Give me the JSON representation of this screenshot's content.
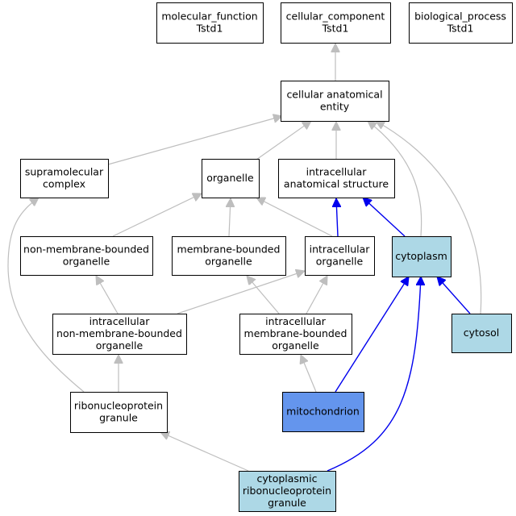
{
  "colors": {
    "default_fill": "#ffffff",
    "highlight_fill": "#add8e6",
    "focus_fill": "#6495ed",
    "gray_edge": "#bebebe",
    "blue_edge": "#0000ee"
  },
  "nodes": [
    {
      "id": "molecular_function",
      "lines": [
        "molecular_function",
        "Tstd1"
      ],
      "fill": "default"
    },
    {
      "id": "cellular_component",
      "lines": [
        "cellular_component",
        "Tstd1"
      ],
      "fill": "default"
    },
    {
      "id": "biological_process",
      "lines": [
        "biological_process",
        "Tstd1"
      ],
      "fill": "default"
    },
    {
      "id": "cellular_anatomical_entity",
      "lines": [
        "cellular anatomical",
        "entity"
      ],
      "fill": "default"
    },
    {
      "id": "supramolecular_complex",
      "lines": [
        "supramolecular",
        "complex"
      ],
      "fill": "default"
    },
    {
      "id": "organelle",
      "lines": [
        "organelle"
      ],
      "fill": "default"
    },
    {
      "id": "intracellular_anatomical_structure",
      "lines": [
        "intracellular",
        "anatomical structure"
      ],
      "fill": "default"
    },
    {
      "id": "non_membrane_bounded_organelle",
      "lines": [
        "non-membrane-bounded",
        "organelle"
      ],
      "fill": "default"
    },
    {
      "id": "membrane_bounded_organelle",
      "lines": [
        "membrane-bounded",
        "organelle"
      ],
      "fill": "default"
    },
    {
      "id": "intracellular_organelle",
      "lines": [
        "intracellular",
        "organelle"
      ],
      "fill": "default"
    },
    {
      "id": "cytoplasm",
      "lines": [
        "cytoplasm"
      ],
      "fill": "highlight"
    },
    {
      "id": "cytosol",
      "lines": [
        "cytosol"
      ],
      "fill": "highlight"
    },
    {
      "id": "intracellular_non_membrane_bounded_organelle",
      "lines": [
        "intracellular",
        "non-membrane-bounded",
        "organelle"
      ],
      "fill": "default"
    },
    {
      "id": "intracellular_membrane_bounded_organelle",
      "lines": [
        "intracellular",
        "membrane-bounded",
        "organelle"
      ],
      "fill": "default"
    },
    {
      "id": "ribonucleoprotein_granule",
      "lines": [
        "ribonucleoprotein",
        "granule"
      ],
      "fill": "default"
    },
    {
      "id": "mitochondrion",
      "lines": [
        "mitochondrion"
      ],
      "fill": "focus"
    },
    {
      "id": "cytoplasmic_ribonucleoprotein_granule",
      "lines": [
        "cytoplasmic",
        "ribonucleoprotein",
        "granule"
      ],
      "fill": "highlight"
    }
  ],
  "edges": [
    {
      "from": "cellular_anatomical_entity",
      "to": "cellular_component",
      "color": "gray"
    },
    {
      "from": "supramolecular_complex",
      "to": "cellular_anatomical_entity",
      "color": "gray"
    },
    {
      "from": "organelle",
      "to": "cellular_anatomical_entity",
      "color": "gray"
    },
    {
      "from": "intracellular_anatomical_structure",
      "to": "cellular_anatomical_entity",
      "color": "gray"
    },
    {
      "from": "cytoplasm",
      "to": "cellular_anatomical_entity",
      "color": "gray"
    },
    {
      "from": "cytosol",
      "to": "cellular_anatomical_entity",
      "color": "gray"
    },
    {
      "from": "non_membrane_bounded_organelle",
      "to": "organelle",
      "color": "gray"
    },
    {
      "from": "membrane_bounded_organelle",
      "to": "organelle",
      "color": "gray"
    },
    {
      "from": "intracellular_organelle",
      "to": "organelle",
      "color": "gray"
    },
    {
      "from": "intracellular_organelle",
      "to": "intracellular_anatomical_structure",
      "color": "blue"
    },
    {
      "from": "cytoplasm",
      "to": "intracellular_anatomical_structure",
      "color": "blue"
    },
    {
      "from": "cytosol",
      "to": "cytoplasm",
      "color": "blue"
    },
    {
      "from": "intracellular_non_membrane_bounded_organelle",
      "to": "non_membrane_bounded_organelle",
      "color": "gray"
    },
    {
      "from": "intracellular_non_membrane_bounded_organelle",
      "to": "intracellular_organelle",
      "color": "gray"
    },
    {
      "from": "intracellular_membrane_bounded_organelle",
      "to": "membrane_bounded_organelle",
      "color": "gray"
    },
    {
      "from": "intracellular_membrane_bounded_organelle",
      "to": "intracellular_organelle",
      "color": "gray"
    },
    {
      "from": "ribonucleoprotein_granule",
      "to": "intracellular_non_membrane_bounded_organelle",
      "color": "gray"
    },
    {
      "from": "ribonucleoprotein_granule",
      "to": "supramolecular_complex",
      "color": "gray"
    },
    {
      "from": "mitochondrion",
      "to": "intracellular_membrane_bounded_organelle",
      "color": "gray"
    },
    {
      "from": "mitochondrion",
      "to": "cytoplasm",
      "color": "blue"
    },
    {
      "from": "cytoplasmic_ribonucleoprotein_granule",
      "to": "ribonucleoprotein_granule",
      "color": "gray"
    },
    {
      "from": "cytoplasmic_ribonucleoprotein_granule",
      "to": "cytoplasm",
      "color": "blue"
    }
  ]
}
